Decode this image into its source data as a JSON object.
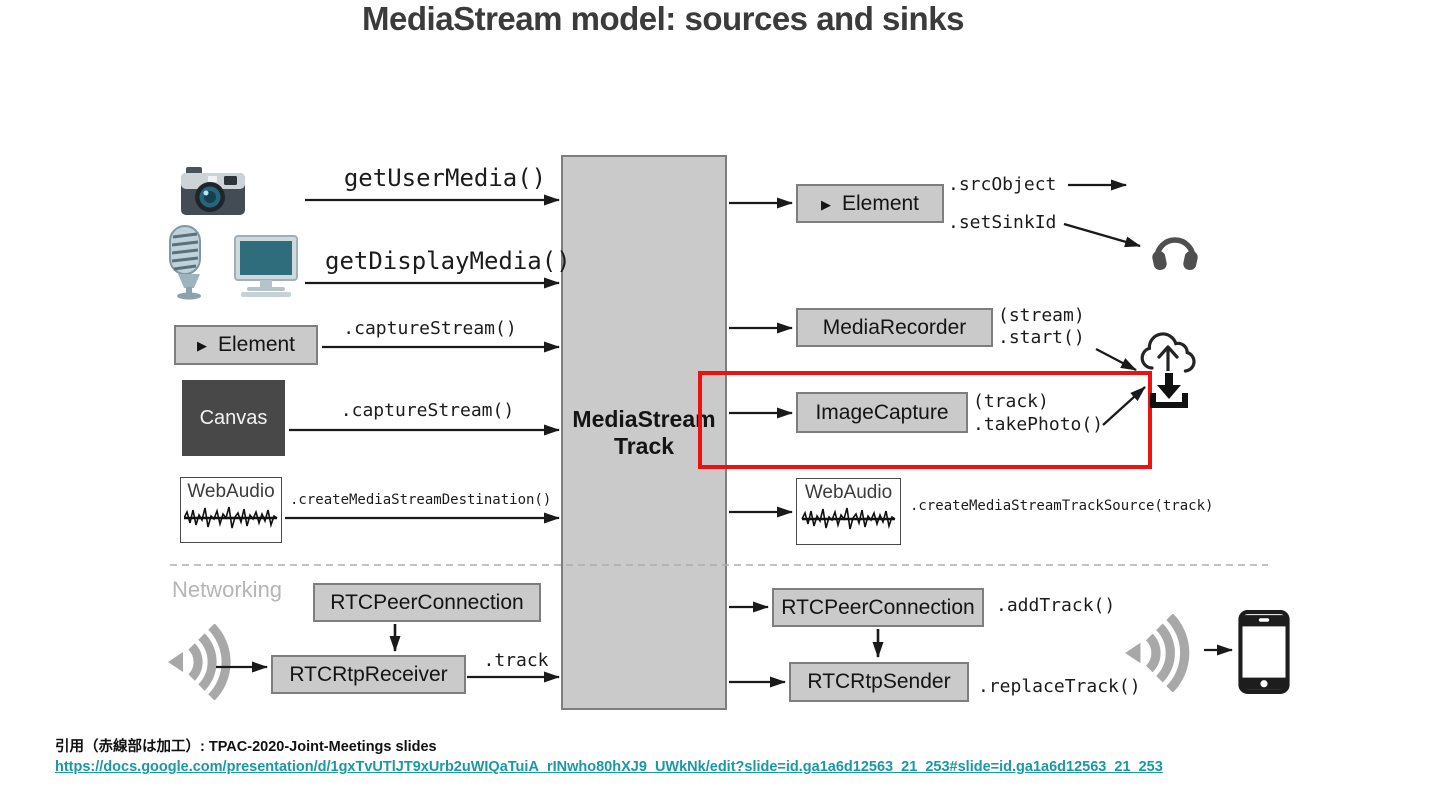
{
  "title": "MediaStream model: sources and sinks",
  "center_box": {
    "line1": "MediaStream",
    "line2": "Track"
  },
  "sources": {
    "get_user_media": "getUserMedia()",
    "get_display_media": "getDisplayMedia()",
    "element_box": {
      "play_icon": "▶",
      "label": "Element"
    },
    "element_method": ".captureStream()",
    "canvas_box": {
      "label": "Canvas"
    },
    "canvas_method": ".captureStream()",
    "webaudio_box": {
      "label": "WebAudio"
    },
    "webaudio_method": ".createMediaStreamDestination()"
  },
  "sinks": {
    "element_box": {
      "play_icon": "▶",
      "label": "Element"
    },
    "src_object": ".srcObject",
    "set_sink_id": ".setSinkId",
    "media_recorder_box": {
      "label": "MediaRecorder"
    },
    "media_recorder_args": "(stream)",
    "media_recorder_method": ".start()",
    "image_capture_box": {
      "label": "ImageCapture"
    },
    "image_capture_args": "(track)",
    "image_capture_method": ".takePhoto()",
    "webaudio_box": {
      "label": "WebAudio"
    },
    "webaudio_method": ".createMediaStreamTrackSource(track)"
  },
  "networking": {
    "section_label": "Networking",
    "peer_connection_left": "RTCPeerConnection",
    "rtp_receiver": "RTCRtpReceiver",
    "track_method": ".track",
    "peer_connection_right": "RTCPeerConnection",
    "add_track_method": ".addTrack()",
    "rtp_sender": "RTCRtpSender",
    "replace_track_method": ".replaceTrack()"
  },
  "footer": {
    "citation": "引用（赤線部は加工）: TPAC-2020-Joint-Meetings slides",
    "link": "https://docs.google.com/presentation/d/1gxTvUTlJT9xUrb2uWIQaTuiA_rINwho80hXJ9_UWkNk/edit?slide=id.ga1a6d12563_21_253#slide=id.ga1a6d12563_21_253"
  },
  "colors": {
    "highlight_red": "#ee1111",
    "link_teal": "#1899a8",
    "box_gray": "#cacaca",
    "canvas_dark": "#484848"
  }
}
